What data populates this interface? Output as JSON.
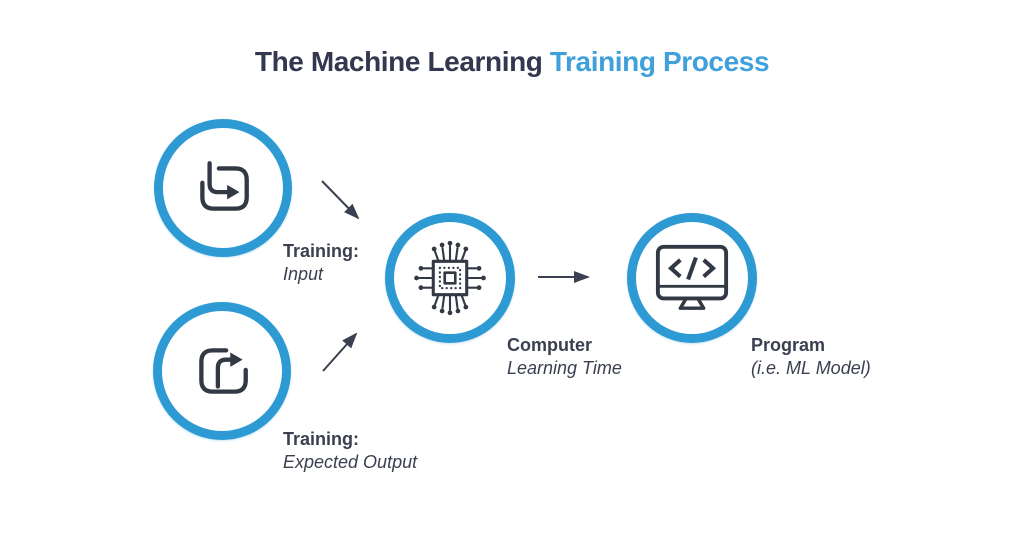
{
  "title": {
    "text_dark": "The Machine Learning",
    "text_accent": "Training Process"
  },
  "nodes": {
    "training_input": {
      "icon": "import-arrow-icon",
      "label_bold": "Training:",
      "label_italic": "Input"
    },
    "training_expected_output": {
      "icon": "export-arrow-icon",
      "label_bold": "Training:",
      "label_italic": "Expected Output"
    },
    "computer": {
      "icon": "chip-icon",
      "label_bold": "Computer",
      "label_italic": "Learning Time"
    },
    "program": {
      "icon": "code-monitor-icon",
      "label_bold": "Program",
      "label_italic": "(i.e. ML Model)"
    }
  },
  "arrows": [
    {
      "name": "arrow-input-to-computer",
      "from": "training_input",
      "to": "computer"
    },
    {
      "name": "arrow-expected-to-computer",
      "from": "training_expected_output",
      "to": "computer"
    },
    {
      "name": "arrow-computer-to-program",
      "from": "computer",
      "to": "program"
    }
  ],
  "colors": {
    "accent_blue": "#3FA0DB",
    "ring_blue": "#2E9AD4",
    "ink": "#333850",
    "label": "#3B4050",
    "arrow": "#3B4050",
    "bg": "#FFFFFF"
  }
}
